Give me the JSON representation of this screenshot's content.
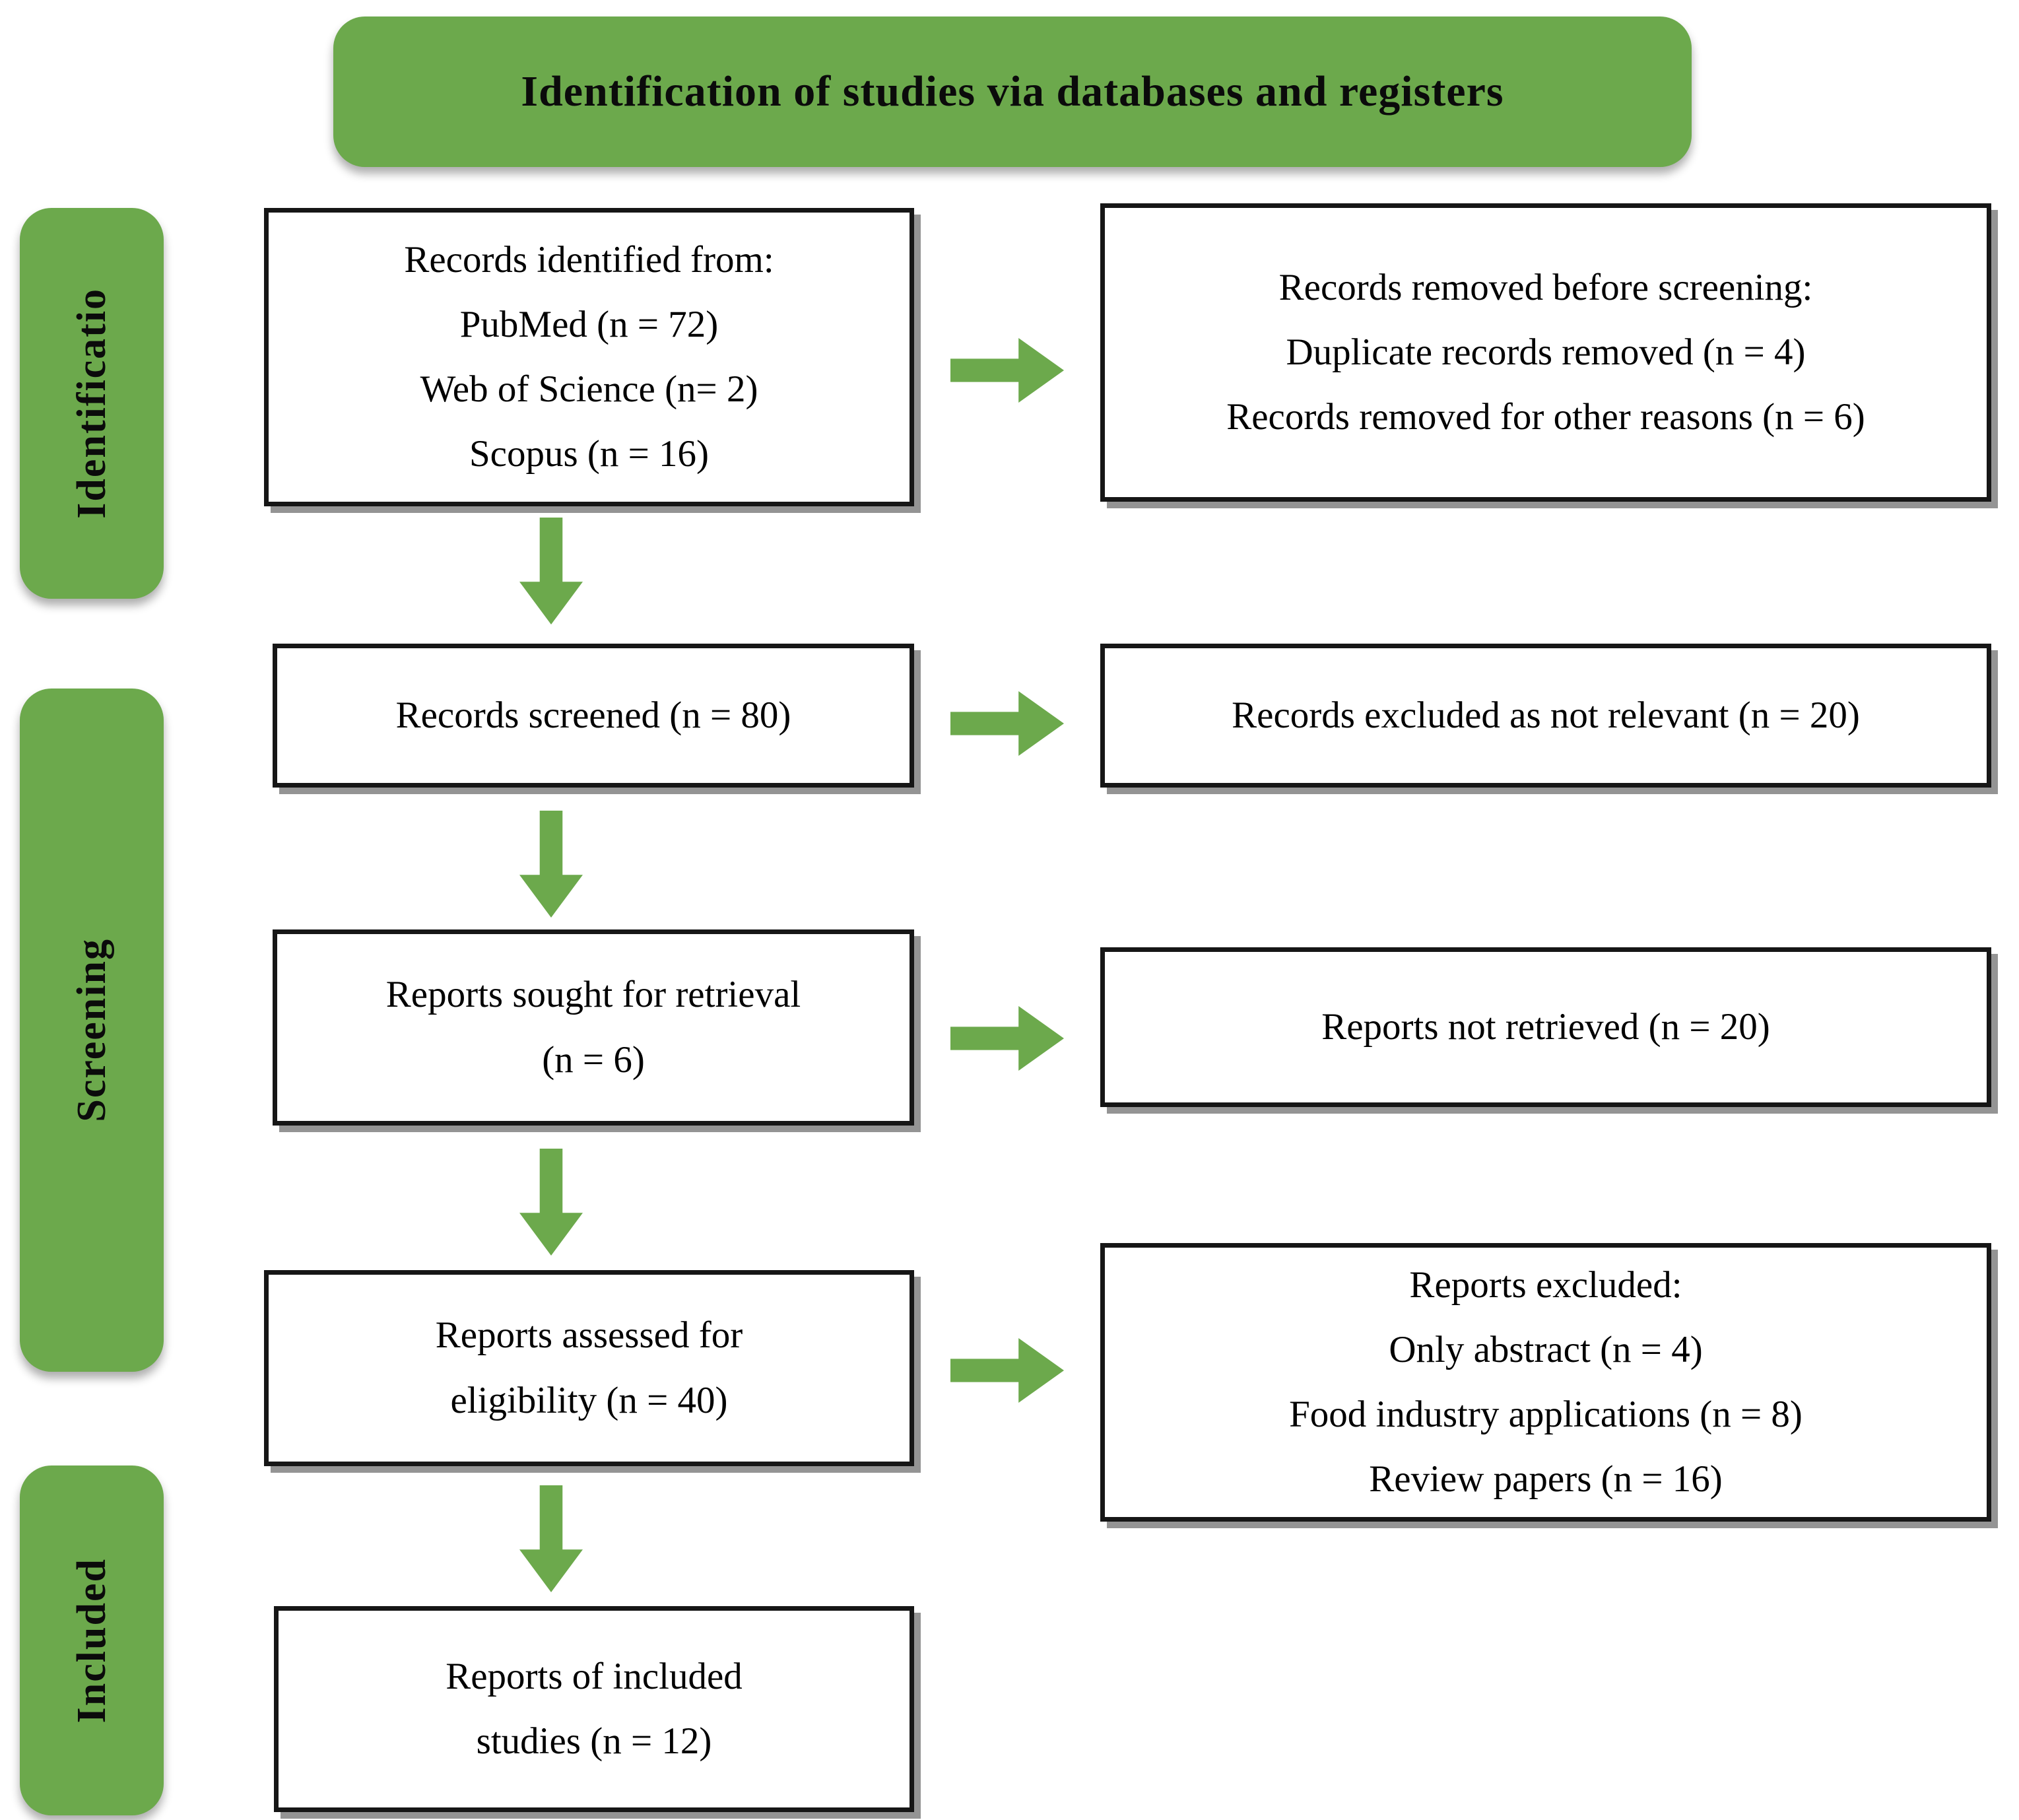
{
  "colors": {
    "accent_green": "#6CA94C",
    "box_border": "#161616",
    "text": "#000000"
  },
  "banner": {
    "title": "Identification of studies via databases and registers"
  },
  "sidebar": [
    {
      "id": "identification",
      "label": "Identificatio"
    },
    {
      "id": "screening",
      "label": "Screening"
    },
    {
      "id": "included",
      "label": "Included"
    }
  ],
  "boxes": {
    "records_identified": {
      "lines": [
        "Records identified from:",
        "PubMed (n = 72)",
        "Web of Science (n= 2)",
        "Scopus (n = 16)"
      ]
    },
    "records_removed": {
      "lines": [
        "Records removed before screening:",
        "Duplicate records removed  (n = 4)",
        "Records removed for other reasons (n = 6)"
      ]
    },
    "records_screened": {
      "lines": [
        "Records screened (n = 80)"
      ]
    },
    "records_excluded": {
      "lines": [
        "Records excluded as not relevant (n = 20)"
      ]
    },
    "reports_sought": {
      "lines": [
        "Reports sought for retrieval",
        "(n = 6)"
      ]
    },
    "reports_not_retrieved": {
      "lines": [
        "Reports not retrieved (n = 20)"
      ]
    },
    "reports_assessed": {
      "lines": [
        "Reports assessed for",
        "eligibility (n = 40)"
      ]
    },
    "reports_excluded": {
      "lines": [
        "Reports excluded:",
        "Only abstract (n = 4)",
        "Food industry applications (n = 8)",
        "Review papers (n = 16)"
      ]
    },
    "reports_included": {
      "lines": [
        "Reports of included",
        "studies (n = 12)"
      ]
    }
  }
}
